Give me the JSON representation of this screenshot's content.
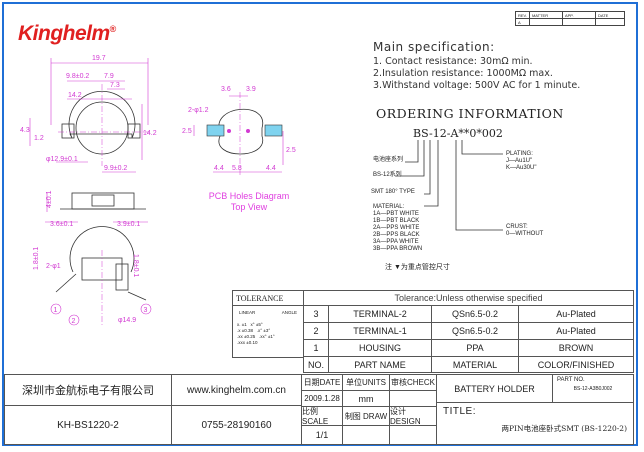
{
  "logo": {
    "text": "Kinghelm",
    "mark": "®"
  },
  "revision_table": {
    "headers": [
      "REV.",
      "MATTER",
      "APP.",
      "DATE"
    ],
    "row": [
      "A",
      "",
      "",
      ""
    ]
  },
  "specification": {
    "heading": "Main specification:",
    "lines": [
      "1. Contact resistance: 30mΩ min.",
      "2.Insulation resistance: 1000MΩ max.",
      "3.Withstand voltage: 500V AC for 1 minute."
    ]
  },
  "ordering": {
    "heading": "ORDERING INFORMATION",
    "part_number": "BS-12-A**0*002",
    "series_cn": "电池座系列",
    "series": "BS-12系列",
    "type": "SMT 180° TYPE",
    "material_lines": [
      "MATERIAL:",
      "1A—PBT WHITE",
      "1B—PBT BLACK",
      "2A—PPS WHITE",
      "2B—PPS BLACK",
      "3A—PPA WHITE",
      "3B—PPA BROWN"
    ],
    "plating_lines": [
      "PLATING:",
      "J—Au1U\"",
      "K—Au30U\""
    ],
    "crust_lines": [
      "CRUST:",
      "0—WITHOUT"
    ],
    "note": "注 ▼为重点管控尺寸"
  },
  "drawing": {
    "pcb_title": "PCB Holes Diagram",
    "pcb_subtitle": "Top View",
    "dims": [
      "19.7",
      "9.8±0.2",
      "7.9",
      "7.3",
      "14.2",
      "4.3",
      "1.2",
      "14.2",
      "φ12.9±0.1",
      "9.9±0.2",
      "3.6",
      "3.9",
      "2-φ1.2",
      "5.8",
      "4.4",
      "4.4",
      "2.5",
      "2.5",
      "4±0.1",
      "3.6±0.1",
      "3.9±0.1",
      "1.8±0.1",
      "2-φ1",
      "1.8±0.1",
      "φ14.9"
    ],
    "callouts": [
      "1",
      "2",
      "3"
    ]
  },
  "tolerance": {
    "label": "TOLERANCE",
    "linear": "LINEAR",
    "angle": "ANGLE",
    "rows": [
      [
        "x.",
        "±1",
        "x°",
        "±5°"
      ],
      [
        ".x",
        "±0.38",
        ".x°",
        "±3°"
      ],
      [
        ".xx",
        "±0.25",
        ".xx°",
        "±1°"
      ],
      [
        ".xxx",
        "±0.10",
        "",
        ""
      ]
    ],
    "note": "Tolerance:Unless otherwise specified"
  },
  "parts": {
    "header": [
      "NO.",
      "PART NAME",
      "MATERIAL",
      "COLOR/FINISHED"
    ],
    "rows": [
      [
        "3",
        "TERMINAL-2",
        "QSn6.5-0.2",
        "Au-Plated"
      ],
      [
        "2",
        "TERMINAL-1",
        "QSn6.5-0.2",
        "Au-Plated"
      ],
      [
        "1",
        "HOUSING",
        "PPA",
        "BROWN"
      ]
    ]
  },
  "company": {
    "name": "深圳市金航标电子有限公司",
    "website": "www.kinghelm.com.cn",
    "model": "KH-BS1220-2",
    "phone": "0755-28190160"
  },
  "title_block": {
    "date_label": "日期DATE",
    "date": "2009.1.28",
    "unit_label": "单位UNITS",
    "unit": "mm",
    "check_label": "审核CHECK",
    "scale_label": "比例SCALE",
    "scale": "1/1",
    "draw_label": "制图 DRAW",
    "design_label": "设计DESIGN",
    "title_label": "TITLE:",
    "title": "两PIN电池座卧式SMT (BS-1220-2)",
    "product": "BATTERY HOLDER",
    "part_no_label": "PART NO.",
    "part_no": "BS-12-A3B0J002"
  },
  "colors": {
    "frame": "#1f6fd6",
    "logo": "#e02020",
    "dimension": "#d23ad2",
    "pcb_text": "#e040e0"
  }
}
